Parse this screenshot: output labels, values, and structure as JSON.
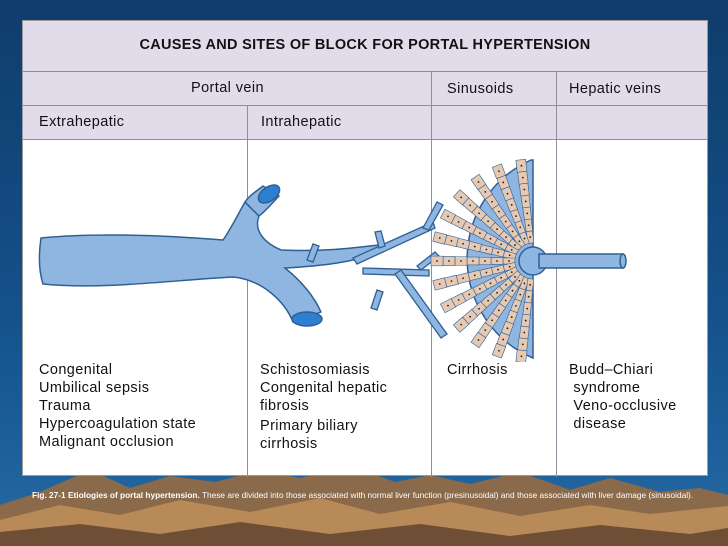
{
  "title": "CAUSES AND SITES OF BLOCK FOR PORTAL HYPERTENSION",
  "headers": {
    "portal_vein": "Portal vein",
    "sinusoids": "Sinusoids",
    "hepatic_veins": "Hepatic veins",
    "extrahepatic": "Extrahepatic",
    "intrahepatic": "Intrahepatic"
  },
  "causes": {
    "extrahepatic": [
      "Congenital",
      "Umbilical sepsis",
      "Trauma",
      "Hypercoagulation state",
      "Malignant occlusion"
    ],
    "intrahepatic": [
      "Schistosomiasis",
      "Congenital hepatic",
      "fibrosis",
      "Primary biliary",
      "cirrhosis"
    ],
    "sinusoids": [
      "Cirrhosis"
    ],
    "hepatic_veins": [
      "Budd–Chiari",
      " syndrome",
      " Veno-occlusive",
      " disease"
    ]
  },
  "caption": {
    "label": "Fig. 27-1  Etiologies of portal hypertension.",
    "text": " These are divided into those associated with normal liver function (presinusoidal) and those associated with liver damage (sinusoidal)."
  },
  "colors": {
    "vein_fill": "#8fb6e0",
    "vein_stroke": "#2e5f95",
    "header_band": "#e2dcea",
    "hepatocyte": "#e6c9b2"
  }
}
